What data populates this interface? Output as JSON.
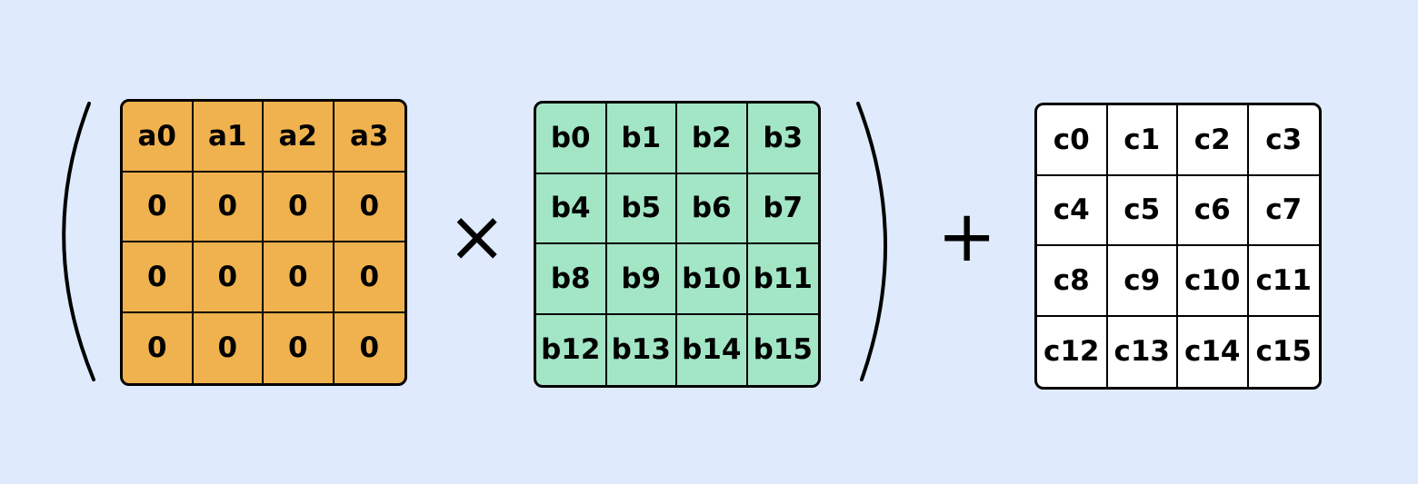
{
  "colors": {
    "background": "#dfeafc",
    "matrix_a": "#f0b24e",
    "matrix_b": "#a3e6c6",
    "matrix_c": "#ffffff"
  },
  "operators": {
    "times": "×",
    "plus": "+"
  },
  "matrix_a": [
    [
      "a0",
      "a1",
      "a2",
      "a3"
    ],
    [
      "0",
      "0",
      "0",
      "0"
    ],
    [
      "0",
      "0",
      "0",
      "0"
    ],
    [
      "0",
      "0",
      "0",
      "0"
    ]
  ],
  "matrix_b": [
    [
      "b0",
      "b1",
      "b2",
      "b3"
    ],
    [
      "b4",
      "b5",
      "b6",
      "b7"
    ],
    [
      "b8",
      "b9",
      "b10",
      "b11"
    ],
    [
      "b12",
      "b13",
      "b14",
      "b15"
    ]
  ],
  "matrix_c": [
    [
      "c0",
      "c1",
      "c2",
      "c3"
    ],
    [
      "c4",
      "c5",
      "c6",
      "c7"
    ],
    [
      "c8",
      "c9",
      "c10",
      "c11"
    ],
    [
      "c12",
      "c13",
      "c14",
      "c15"
    ]
  ]
}
